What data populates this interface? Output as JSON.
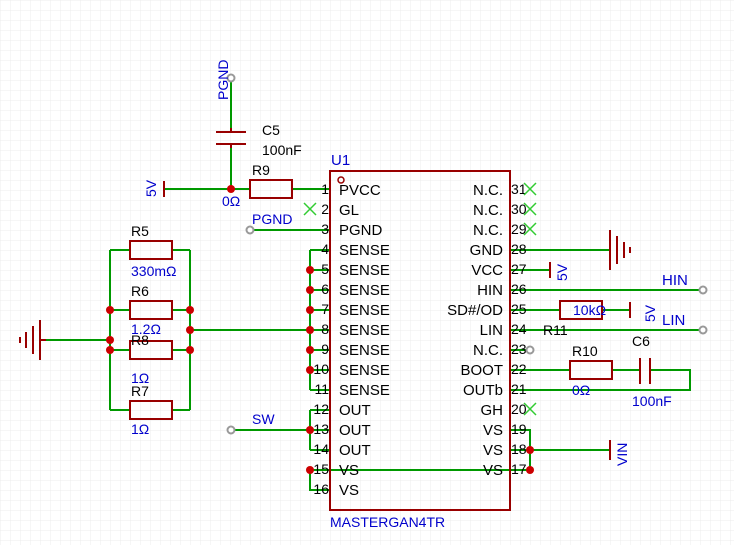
{
  "colors": {
    "background": "#ffffff",
    "grid": "#e9e9e9",
    "wire": "#009900",
    "component": "#990000",
    "label_blue": "#0000cc",
    "pin_text": "#000000",
    "pin_number": "#000000",
    "junction": "#cc0000",
    "nc_mark": "#33cc33",
    "net_dot": "#999999"
  },
  "chip": {
    "designator": "U1",
    "part": "MASTERGAN4TR",
    "left_pins": [
      {
        "num": "1",
        "name": "PVCC"
      },
      {
        "num": "2",
        "name": "GL"
      },
      {
        "num": "3",
        "name": "PGND"
      },
      {
        "num": "4",
        "name": "SENSE"
      },
      {
        "num": "5",
        "name": "SENSE"
      },
      {
        "num": "6",
        "name": "SENSE"
      },
      {
        "num": "7",
        "name": "SENSE"
      },
      {
        "num": "8",
        "name": "SENSE"
      },
      {
        "num": "9",
        "name": "SENSE"
      },
      {
        "num": "10",
        "name": "SENSE"
      },
      {
        "num": "11",
        "name": "SENSE"
      },
      {
        "num": "12",
        "name": "OUT"
      },
      {
        "num": "13",
        "name": "OUT"
      },
      {
        "num": "14",
        "name": "OUT"
      },
      {
        "num": "15",
        "name": "VS"
      },
      {
        "num": "16",
        "name": "VS"
      }
    ],
    "right_pins": [
      {
        "num": "31",
        "name": "N.C."
      },
      {
        "num": "30",
        "name": "N.C."
      },
      {
        "num": "29",
        "name": "N.C."
      },
      {
        "num": "28",
        "name": "GND"
      },
      {
        "num": "27",
        "name": "VCC"
      },
      {
        "num": "26",
        "name": "HIN"
      },
      {
        "num": "25",
        "name": "SD#/OD"
      },
      {
        "num": "24",
        "name": "LIN"
      },
      {
        "num": "23",
        "name": "N.C."
      },
      {
        "num": "22",
        "name": "BOOT"
      },
      {
        "num": "21",
        "name": "OUTb"
      },
      {
        "num": "20",
        "name": "GH"
      },
      {
        "num": "19",
        "name": "VS"
      },
      {
        "num": "18",
        "name": "VS"
      },
      {
        "num": "17",
        "name": "VS"
      }
    ]
  },
  "components": {
    "c5": {
      "ref": "C5",
      "value": "100nF"
    },
    "r9": {
      "ref": "R9",
      "value": "0Ω"
    },
    "r5": {
      "ref": "R5",
      "value": "330mΩ"
    },
    "r6": {
      "ref": "R6",
      "value": "1.2Ω"
    },
    "r8": {
      "ref": "R8",
      "value": "1Ω"
    },
    "r7": {
      "ref": "R7",
      "value": "1Ω"
    },
    "r10": {
      "ref": "R10",
      "value": "0Ω"
    },
    "r11": {
      "ref": "R11",
      "value": "10kΩ"
    },
    "c6": {
      "ref": "C6",
      "value": "100nF"
    }
  },
  "nets": {
    "pgnd_top": "PGND",
    "pgnd_pin": "PGND",
    "v5_left": "5V",
    "v5_vcc": "5V",
    "v5_sd": "5V",
    "sw": "SW",
    "hin": "HIN",
    "lin": "LIN",
    "vin": "VIN"
  }
}
